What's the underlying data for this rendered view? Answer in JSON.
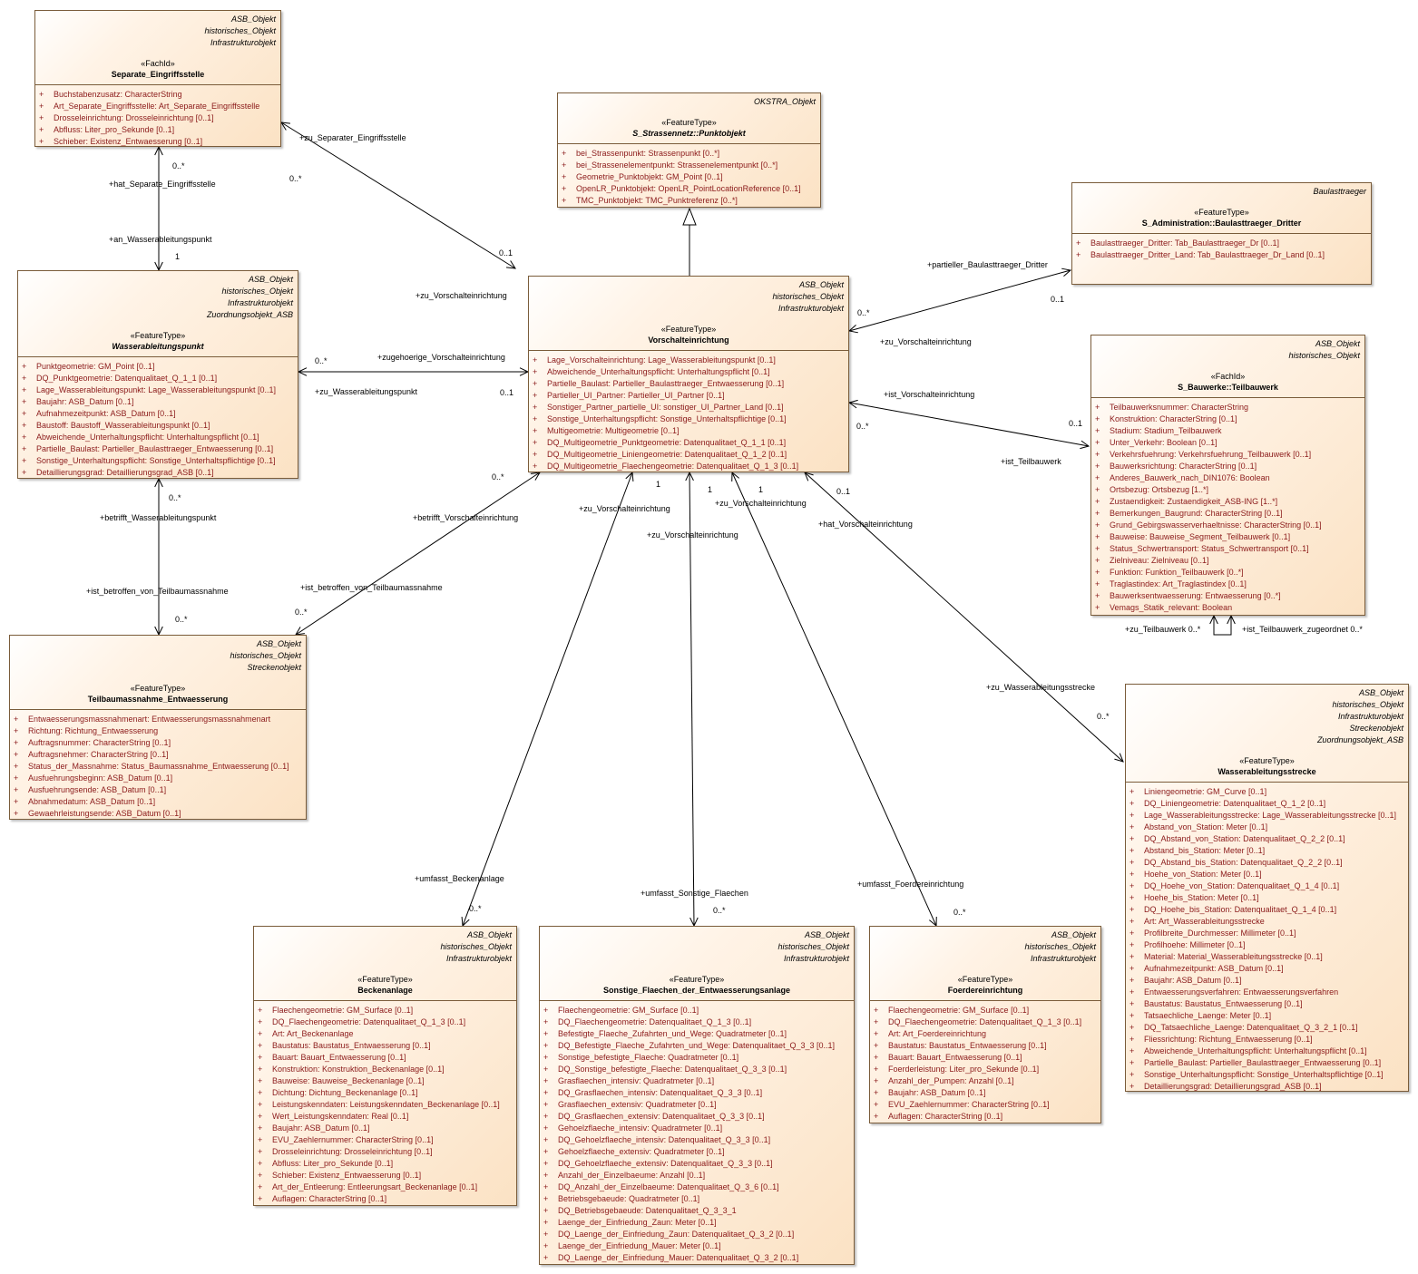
{
  "classes": {
    "separate": {
      "tags": [
        "ASB_Objekt",
        "historisches_Objekt",
        "Infrastrukturobjekt"
      ],
      "stereotype": "«FachId»",
      "name": "Separate_Eingriffsstelle",
      "attributes": [
        "Buchstabenzusatz: CharacterString",
        "Art_Separate_Eingriffsstelle: Art_Separate_Eingriffsstelle",
        "Drosseleinrichtung: Drosseleinrichtung [0..1]",
        "Abfluss: Liter_pro_Sekunde [0..1]",
        "Schieber: Existenz_Entwaesserung [0..1]"
      ]
    },
    "punktobjekt": {
      "tags": [
        "OKSTRA_Objekt"
      ],
      "stereotype": "«FeatureType»",
      "name": "S_Strassennetz::Punktobjekt",
      "attributes": [
        "bei_Strassenpunkt: Strassenpunkt [0..*]",
        "bei_Strassenelementpunkt: Strassenelementpunkt [0..*]",
        "Geometrie_Punktobjekt: GM_Point [0..1]",
        "OpenLR_Punktobjekt: OpenLR_PointLocationReference [0..1]",
        "TMC_Punktobjekt: TMC_Punktreferenz [0..*]"
      ]
    },
    "baulasttraeger": {
      "tags": [
        "Baulasttraeger"
      ],
      "stereotype": "«FeatureType»",
      "name": "S_Administration::Baulasttraeger_Dritter",
      "attributes": [
        "Baulasttraeger_Dritter: Tab_Baulasttraeger_Dr [0..1]",
        "Baulasttraeger_Dritter_Land: Tab_Baulasttraeger_Dr_Land [0..1]"
      ]
    },
    "wasserpunkt": {
      "tags": [
        "ASB_Objekt",
        "historisches_Objekt",
        "Infrastrukturobjekt",
        "Zuordnungsobjekt_ASB"
      ],
      "stereotype": "«FeatureType»",
      "name": "Wasserableitungspunkt",
      "attributes": [
        "Punktgeometrie: GM_Point [0..1]",
        "DQ_Punktgeometrie: Datenqualitaet_Q_1_1 [0..1]",
        "Lage_Wasserableitungspunkt: Lage_Wasserableitungspunkt [0..1]",
        "Baujahr: ASB_Datum [0..1]",
        "Aufnahmezeitpunkt: ASB_Datum [0..1]",
        "Baustoff: Baustoff_Wasserableitungspunkt [0..1]",
        "Abweichende_Unterhaltungspflicht: Unterhaltungspflicht [0..1]",
        "Partielle_Baulast: Partieller_Baulasttraeger_Entwaesserung [0..1]",
        "Sonstige_Unterhaltungspflicht: Sonstige_Unterhaltspflichtige [0..1]",
        "Detaillierungsgrad: Detaillierungsgrad_ASB [0..1]"
      ]
    },
    "vorschalt": {
      "tags": [
        "ASB_Objekt",
        "historisches_Objekt",
        "Infrastrukturobjekt"
      ],
      "stereotype": "«FeatureType»",
      "name": "Vorschalteinrichtung",
      "attributes": [
        "Lage_Vorschalteinrichtung: Lage_Wasserableitungspunkt [0..1]",
        "Abweichende_Unterhaltungspflicht: Unterhaltungspflicht [0..1]",
        "Partielle_Baulast: Partieller_Baulasttraeger_Entwaesserung [0..1]",
        "Partieller_UI_Partner: Partieller_UI_Partner [0..1]",
        "Sonstiger_Partner_partielle_UI: sonstiger_UI_Partner_Land [0..1]",
        "Sonstige_Unterhaltungspflicht: Sonstige_Unterhaltspflichtige [0..1]",
        "Multigeometrie: Multigeometrie [0..1]",
        "DQ_Multigeometrie_Punktgeometrie: Datenqualitaet_Q_1_1 [0..1]",
        "DQ_Multigeometrie_Liniengeometrie: Datenqualitaet_Q_1_2 [0..1]",
        "DQ_Multigeometrie_Flaechengeometrie: Datenqualitaet_Q_1_3 [0..1]"
      ]
    },
    "teilbauwerk": {
      "tags": [
        "ASB_Objekt",
        "historisches_Objekt"
      ],
      "stereotype": "«FachId»",
      "name": "S_Bauwerke::Teilbauwerk",
      "attributes": [
        "Teilbauwerksnummer: CharacterString",
        "Konstruktion: CharacterString [0..1]",
        "Stadium: Stadium_Teilbauwerk",
        "Unter_Verkehr: Boolean [0..1]",
        "Verkehrsfuehrung: Verkehrsfuehrung_Teilbauwerk [0..1]",
        "Bauwerksrichtung: CharacterString [0..1]",
        "Anderes_Bauwerk_nach_DIN1076: Boolean",
        "Ortsbezug: Ortsbezug [1..*]",
        "Zustaendigkeit: Zustaendigkeit_ASB-ING [1..*]",
        "Bemerkungen_Baugrund: CharacterString [0..1]",
        "Grund_Gebirgswasserverhaeltnisse: CharacterString [0..1]",
        "Bauweise: Bauweise_Segment_Teilbauwerk [0..1]",
        "Status_Schwertransport: Status_Schwertransport [0..1]",
        "Zielniveau: Zielniveau [0..1]",
        "Funktion: Funktion_Teilbauwerk [0..*]",
        "Traglastindex: Art_Traglastindex [0..1]",
        "Bauwerksentwaesserung: Entwaesserung [0..*]",
        "Vemags_Statik_relevant: Boolean"
      ]
    },
    "teilbaumassnahme": {
      "tags": [
        "ASB_Objekt",
        "historisches_Objekt",
        "Streckenobjekt"
      ],
      "stereotype": "«FeatureType»",
      "name": "Teilbaumassnahme_Entwaesserung",
      "attributes": [
        "Entwaesserungsmassnahmenart: Entwaesserungsmassnahmenart",
        "Richtung: Richtung_Entwaesserung",
        "Auftragsnummer: CharacterString [0..1]",
        "Auftragsnehmer: CharacterString [0..1]",
        "Status_der_Massnahme: Status_Baumassnahme_Entwaesserung [0..1]",
        "Ausfuehrungsbeginn: ASB_Datum [0..1]",
        "Ausfuehrungsende: ASB_Datum [0..1]",
        "Abnahmedatum: ASB_Datum [0..1]",
        "Gewaehrleistungsende: ASB_Datum [0..1]"
      ]
    },
    "strecke": {
      "tags": [
        "ASB_Objekt",
        "historisches_Objekt",
        "Infrastrukturobjekt",
        "Streckenobjekt",
        "Zuordnungsobjekt_ASB"
      ],
      "stereotype": "«FeatureType»",
      "name": "Wasserableitungsstrecke",
      "attributes": [
        "Liniengeometrie: GM_Curve [0..1]",
        "DQ_Liniengeometrie: Datenqualitaet_Q_1_2 [0..1]",
        "Lage_Wasserableitungsstrecke: Lage_Wasserableitungsstrecke [0..1]",
        "Abstand_von_Station: Meter [0..1]",
        "DQ_Abstand_von_Station: Datenqualitaet_Q_2_2 [0..1]",
        "Abstand_bis_Station: Meter [0..1]",
        "DQ_Abstand_bis_Station: Datenqualitaet_Q_2_2 [0..1]",
        "Hoehe_von_Station: Meter [0..1]",
        "DQ_Hoehe_von_Station: Datenqualitaet_Q_1_4 [0..1]",
        "Hoehe_bis_Station: Meter [0..1]",
        "DQ_Hoehe_bis_Station: Datenqualitaet_Q_1_4 [0..1]",
        "Art: Art_Wasserableitungsstrecke",
        "Profilbreite_Durchmesser: Millimeter [0..1]",
        "Profilhoehe: Millimeter [0..1]",
        "Material: Material_Wasserableitungsstrecke [0..1]",
        "Aufnahmezeitpunkt: ASB_Datum [0..1]",
        "Baujahr: ASB_Datum [0..1]",
        "Entwaesserungsverfahren: Entwaesserungsverfahren",
        "Baustatus: Baustatus_Entwaesserung [0..1]",
        "Tatsaechliche_Laenge: Meter [0..1]",
        "DQ_Tatsaechliche_Laenge: Datenqualitaet_Q_3_2_1 [0..1]",
        "Fliessrichtung: Richtung_Entwaesserung [0..1]",
        "Abweichende_Unterhaltungspflicht: Unterhaltungspflicht [0..1]",
        "Partielle_Baulast: Partieller_Baulasttraeger_Entwaesserung [0..1]",
        "Sonstige_Unterhaltungspflicht: Sonstige_Unterhaltspflichtige [0..1]",
        "Detaillierungsgrad: Detaillierungsgrad_ASB [0..1]"
      ]
    },
    "becken": {
      "tags": [
        "ASB_Objekt",
        "historisches_Objekt",
        "Infrastrukturobjekt"
      ],
      "stereotype": "«FeatureType»",
      "name": "Beckenanlage",
      "attributes": [
        "Flaechengeometrie: GM_Surface [0..1]",
        "DQ_Flaechengeometrie: Datenqualitaet_Q_1_3 [0..1]",
        "Art: Art_Beckenanlage",
        "Baustatus: Baustatus_Entwaesserung [0..1]",
        "Bauart: Bauart_Entwaesserung [0..1]",
        "Konstruktion: Konstruktion_Beckenanlage [0..1]",
        "Bauweise: Bauweise_Beckenanlage [0..1]",
        "Dichtung: Dichtung_Beckenanlage [0..1]",
        "Leistungskenndaten: Leistungskenndaten_Beckenanlage [0..1]",
        "Wert_Leistungskenndaten: Real [0..1]",
        "Baujahr: ASB_Datum [0..1]",
        "EVU_Zaehlernummer: CharacterString [0..1]",
        "Drosseleinrichtung: Drosseleinrichtung [0..1]",
        "Abfluss: Liter_pro_Sekunde [0..1]",
        "Schieber: Existenz_Entwaesserung [0..1]",
        "Art_der_Entleerung: Entleerungsart_Beckenanlage [0..1]",
        "Auflagen: CharacterString [0..1]"
      ]
    },
    "sonstige": {
      "tags": [
        "ASB_Objekt",
        "historisches_Objekt",
        "Infrastrukturobjekt"
      ],
      "stereotype": "«FeatureType»",
      "name": "Sonstige_Flaechen_der_Entwaesserungsanlage",
      "attributes": [
        "Flaechengeometrie: GM_Surface [0..1]",
        "DQ_Flaechengeometrie: Datenqualitaet_Q_1_3 [0..1]",
        "Befestigte_Flaeche_Zufahrten_und_Wege: Quadratmeter [0..1]",
        "DQ_Befestigte_Flaeche_Zufahrten_und_Wege: Datenqualitaet_Q_3_3 [0..1]",
        "Sonstige_befestigte_Flaeche: Quadratmeter [0..1]",
        "DQ_Sonstige_befestigte_Flaeche: Datenqualitaet_Q_3_3 [0..1]",
        "Grasflaechen_intensiv: Quadratmeter [0..1]",
        "DQ_Grasflaechen_intensiv: Datenqualitaet_Q_3_3 [0..1]",
        "Grasflaechen_extensiv: Quadratmeter [0..1]",
        "DQ_Grasflaechen_extensiv: Datenqualitaet_Q_3_3 [0..1]",
        "Gehoelzflaeche_intensiv: Quadratmeter [0..1]",
        "DQ_Gehoelzflaeche_intensiv: Datenqualitaet_Q_3_3 [0..1]",
        "Gehoelzflaeche_extensiv: Quadratmeter [0..1]",
        "DQ_Gehoelzflaeche_extensiv: Datenqualitaet_Q_3_3 [0..1]",
        "Anzahl_der_Einzelbaeume: Anzahl [0..1]",
        "DQ_Anzahl_der_Einzelbaeume: Datenqualitaet_Q_3_6 [0..1]",
        "Betriebsgebaeude: Quadratmeter [0..1]",
        "DQ_Betriebsgebaeude: Datenqualitaet_Q_3_3_1",
        "Laenge_der_Einfriedung_Zaun: Meter [0..1]",
        "DQ_Laenge_der_Einfriedung_Zaun: Datenqualitaet_Q_3_2 [0..1]",
        "Laenge_der_Einfriedung_Mauer: Meter [0..1]",
        "DQ_Laenge_der_Einfriedung_Mauer: Datenqualitaet_Q_3_2 [0..1]"
      ]
    },
    "foerder": {
      "tags": [
        "ASB_Objekt",
        "historisches_Objekt",
        "Infrastrukturobjekt"
      ],
      "stereotype": "«FeatureType»",
      "name": "Foerdereinrichtung",
      "attributes": [
        "Flaechengeometrie: GM_Surface [0..1]",
        "DQ_Flaechengeometrie: Datenqualitaet_Q_1_3 [0..1]",
        "Art: Art_Foerdereinrichtung",
        "Baustatus: Baustatus_Entwaesserung [0..1]",
        "Bauart: Bauart_Entwaesserung [0..1]",
        "Foerderleistung: Liter_pro_Sekunde [0..1]",
        "Anzahl_der_Pumpen: Anzahl [0..1]",
        "Baujahr: ASB_Datum [0..1]",
        "EVU_Zaehlernummer: CharacterString [0..1]",
        "Auflagen: CharacterString [0..1]"
      ]
    }
  },
  "visibility_symbol": "+",
  "labels": [
    "+zu_Separater_Eingriffsstelle",
    "0..*",
    "0..1",
    "+zu_Vorschalteinrichtung",
    "0..*",
    "+hat_Separate_Eingriffsstelle",
    "+an_Wasserableitungspunkt",
    "1",
    "+partieller_Baulasttraeger_Dritter",
    "0..1",
    "0..*",
    "+zu_Vorschalteinrichtung",
    "0..*",
    "+zugehoerige_Vorschalteinrichtung",
    "+zu_Wasserableitungspunkt",
    "0..1",
    "+ist_Vorschalteinrichtung",
    "0..*",
    "0..1",
    "+ist_Teilbauwerk",
    "0..*",
    "+betrifft_Wasserableitungspunkt",
    "+ist_betroffen_von_Teilbaumassnahme",
    "0..*",
    "0..*",
    "+betrifft_Vorschalteinrichtung",
    "+ist_betroffen_von_Teilbaumassnahme",
    "0..*",
    "1",
    "+zu_Vorschalteinrichtung",
    "1",
    "+zu_Vorschalteinrichtung",
    "1",
    "+zu_Vorschalteinrichtung",
    "0..1",
    "+hat_Vorschalteinrichtung",
    "+zu_Teilbauwerk 0..*",
    "+ist_Teilbauwerk_zugeordnet 0..*",
    "+zu_Wasserableitungsstrecke",
    "0..*",
    "+umfasst_Beckenanlage",
    "0..*",
    "+umfasst_Sonstige_Flaechen",
    "0..*",
    "+umfasst_Foerdereinrichtung",
    "0..*"
  ],
  "colors": {
    "attribute_text": "#8b1a1a",
    "border": "#7a5c3a",
    "fill": "#fbe2c4"
  }
}
